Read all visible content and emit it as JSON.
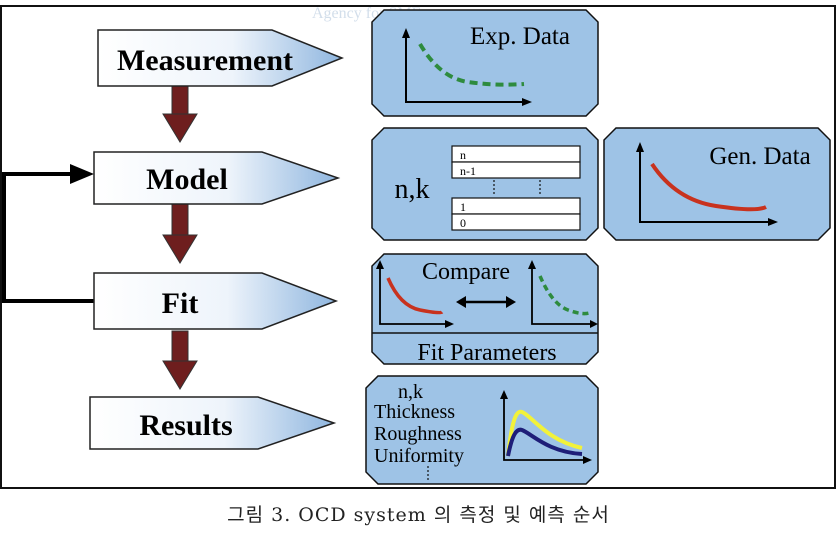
{
  "watermark": "Agency for SMEs",
  "flow_steps": [
    {
      "label": "Measurement"
    },
    {
      "label": "Model"
    },
    {
      "label": "Fit"
    },
    {
      "label": "Results"
    }
  ],
  "panels": {
    "exp_data": {
      "title": "Exp. Data"
    },
    "model": {
      "label": "n,k",
      "layers": [
        "n",
        "n-1",
        "1",
        "0"
      ]
    },
    "gen_data": {
      "title": "Gen. Data"
    },
    "compare": {
      "title": "Compare",
      "footer": "Fit Parameters"
    },
    "results": {
      "lines": [
        "n,k",
        "Thickness",
        "Roughness",
        "Uniformity"
      ]
    }
  },
  "caption": "그림 3. OCD system 의 측정 및 예측 순서",
  "colors": {
    "panel_fill": "#9ec3e6",
    "arrow": "#6e1e1e",
    "exp_curve": "#2e8b3e",
    "gen_curve": "#c8321e",
    "result_yellow": "#f2f23a",
    "result_navy": "#1e1e78"
  }
}
